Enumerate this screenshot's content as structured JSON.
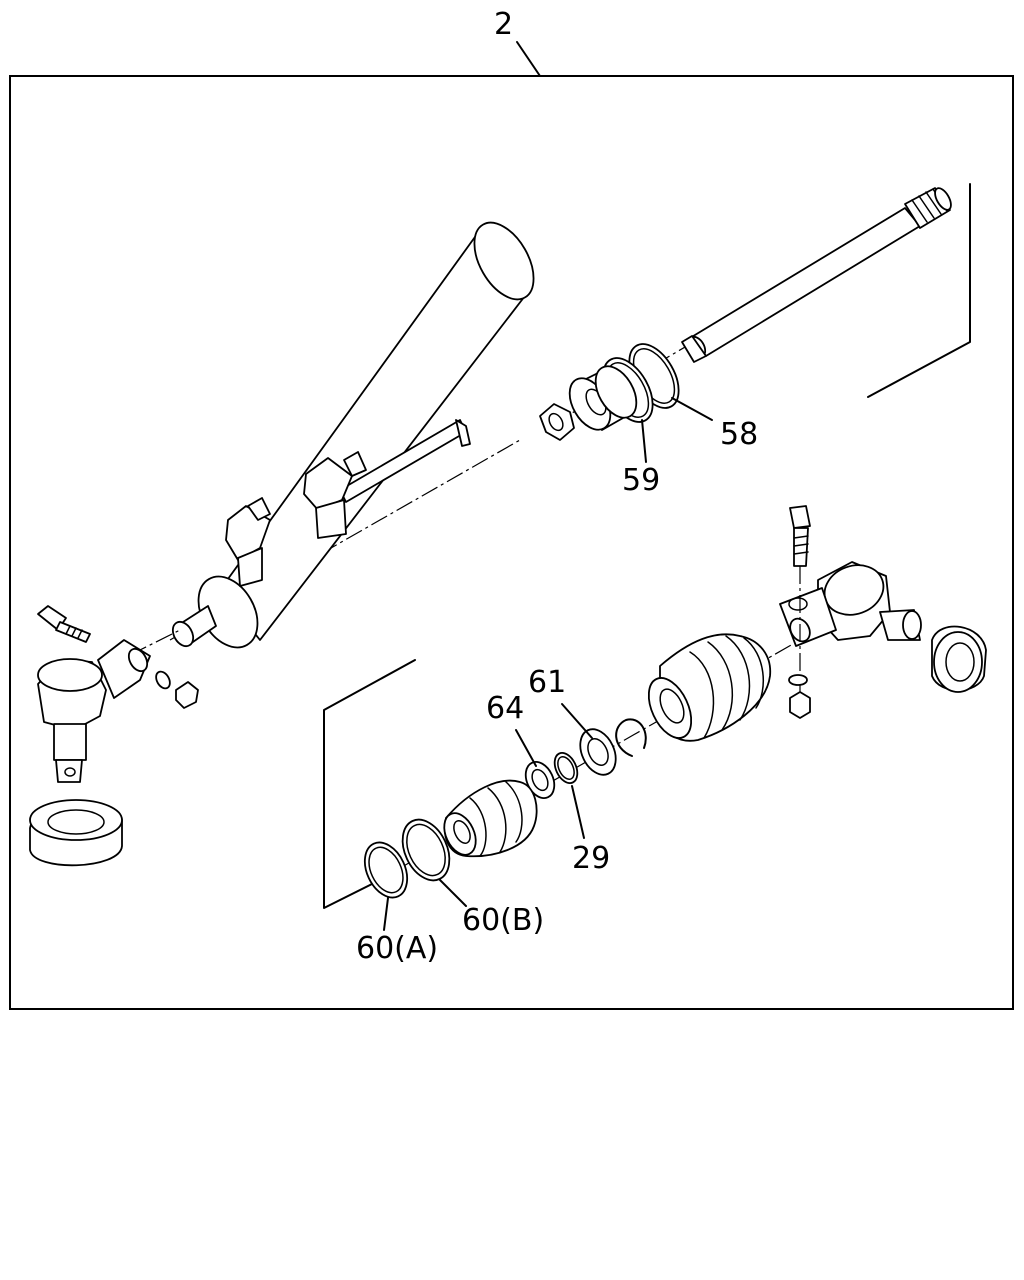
{
  "assembly": {
    "callout": "2"
  },
  "callouts": {
    "c58": "58",
    "c59": "59",
    "c61": "61",
    "c64": "64",
    "c29": "29",
    "c60b": "60(B)",
    "c60a": "60(A)"
  },
  "colors": {
    "line": "#000000",
    "background": "#ffffff"
  }
}
